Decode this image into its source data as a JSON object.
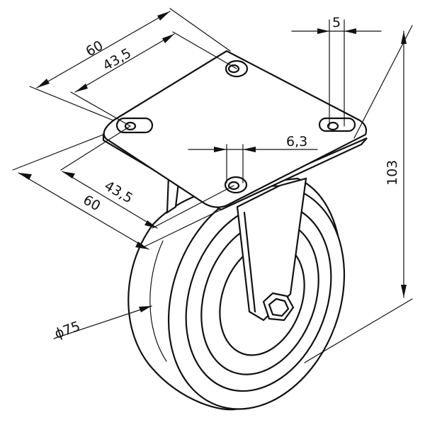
{
  "drawing": {
    "subject": "fixed caster wheel",
    "dimensions": {
      "plate_length": "60",
      "plate_hole_spacing_length": "43,5",
      "plate_width": "60",
      "plate_hole_spacing_width": "43,5",
      "slot_width": "5",
      "hole_diameter": "6,3",
      "overall_height": "103",
      "wheel_diameter": "ϕ75"
    }
  }
}
